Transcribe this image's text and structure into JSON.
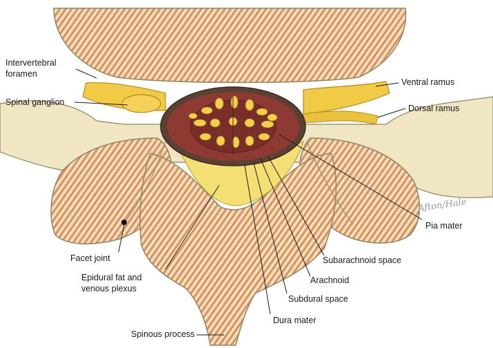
{
  "labels": {
    "intervertebral_foramen_1": "Intervertebral",
    "intervertebral_foramen_2": "foramen",
    "spinal_ganglion": "Spinal ganglion",
    "ventral_ramus": "Ventral ramus",
    "dorsal_ramus": "Dorsal ramus",
    "pia_mater": "Pia mater",
    "facet_joint": "Facet joint",
    "subarachnoid_space": "Subarachnoid space",
    "epidural_fat_1": "Epidural fat and",
    "epidural_fat_2": "venous plexus",
    "arachnoid": "Arachnoid",
    "subdural_space": "Subdural space",
    "dura_mater": "Dura mater",
    "spinous_process": "Spinous process"
  },
  "signature": "Afton/Hale",
  "colors": {
    "bone": "#efe3b8",
    "bone_outline": "#8f8560",
    "marrow": "#c9633f",
    "nerve": "#f1cb45",
    "dura": "#5a4233",
    "cord": "#7a2e2a",
    "fat": "#f3df74"
  }
}
